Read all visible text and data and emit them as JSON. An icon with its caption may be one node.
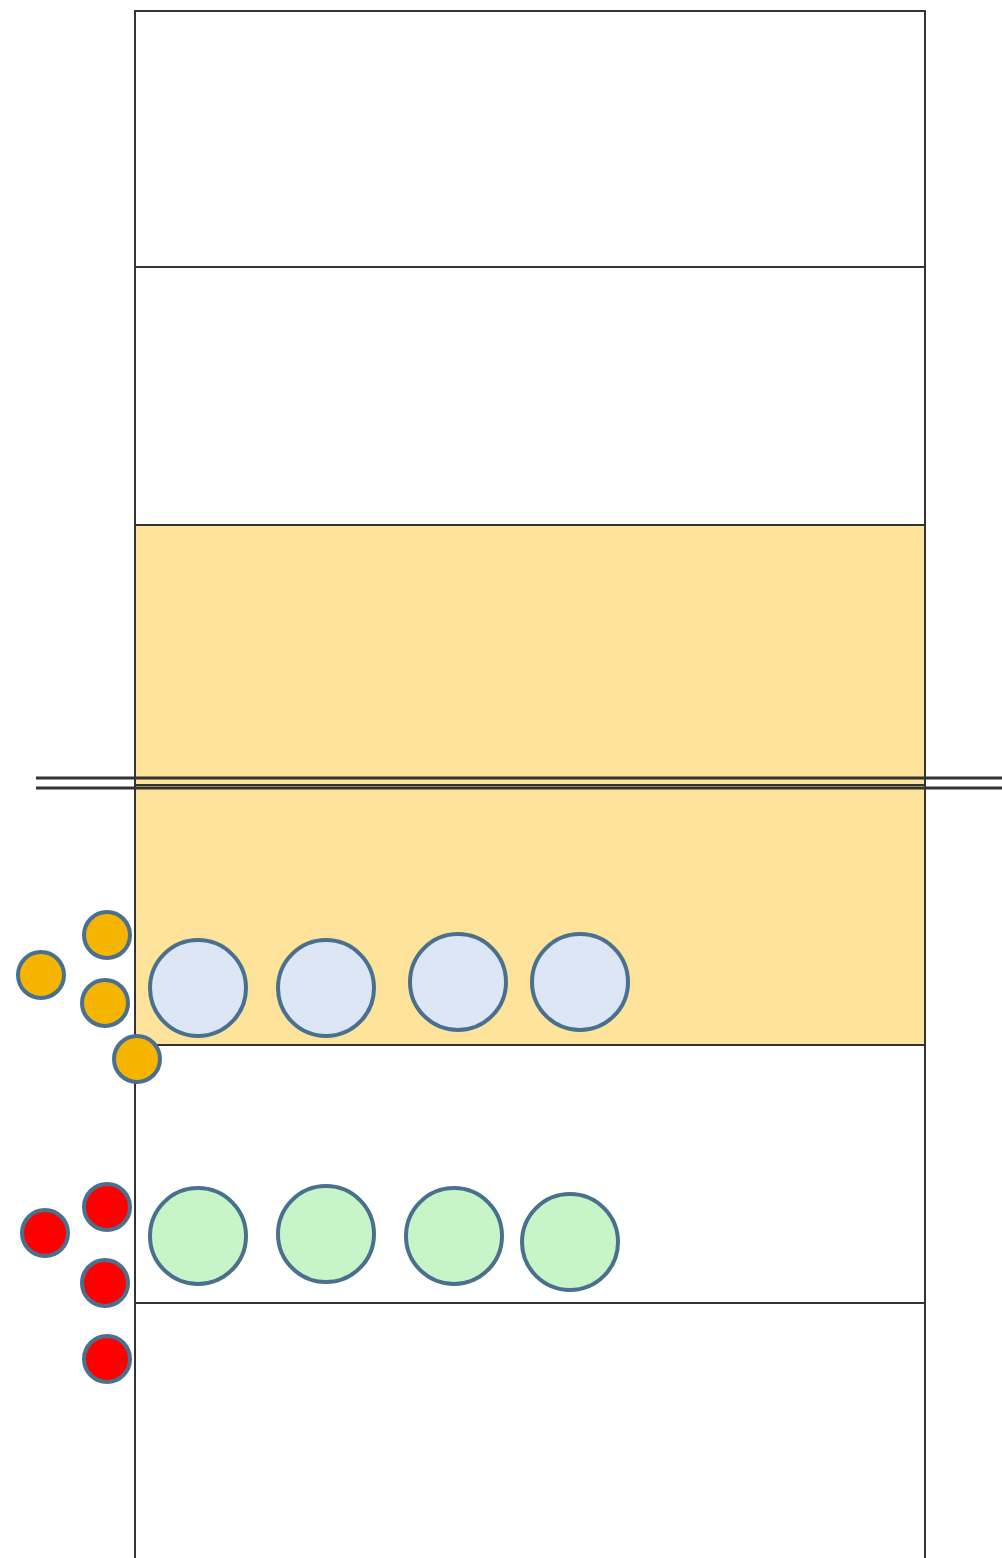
{
  "diagram": {
    "nodes": [
      {
        "text": [],
        "shape": "box"
      },
      {
        "text": [],
        "shape": "box"
      },
      {
        "text": [],
        "shape": "box"
      },
      {
        "text": [],
        "shape": "box"
      },
      {
        "text": [],
        "shape": "box"
      },
      {
        "text": [],
        "shape": "box"
      },
      {
        "text": [],
        "shape": "circle",
        "in": 3
      },
      {
        "text": [],
        "shape": "circle",
        "in": 3
      },
      {
        "text": [],
        "shape": "circle",
        "in": 3
      },
      {
        "text": [],
        "shape": "circle",
        "in": 3
      },
      {
        "text": [],
        "shape": "circle",
        "in": 4
      },
      {
        "text": [],
        "shape": "circle",
        "in": 4
      },
      {
        "text": [],
        "shape": "circle",
        "in": 4
      },
      {
        "text": [],
        "shape": "circle",
        "in": 4
      },
      {
        "text": [],
        "shape": "circle"
      },
      {
        "text": [],
        "shape": "circle"
      },
      {
        "text": [],
        "shape": "circle"
      },
      {
        "text": [],
        "shape": "circle"
      },
      {
        "text": [],
        "shape": "circle"
      },
      {
        "text": [],
        "shape": "circle"
      },
      {
        "text": [],
        "shape": "circle"
      },
      {
        "text": [],
        "shape": "circle"
      }
    ]
  }
}
